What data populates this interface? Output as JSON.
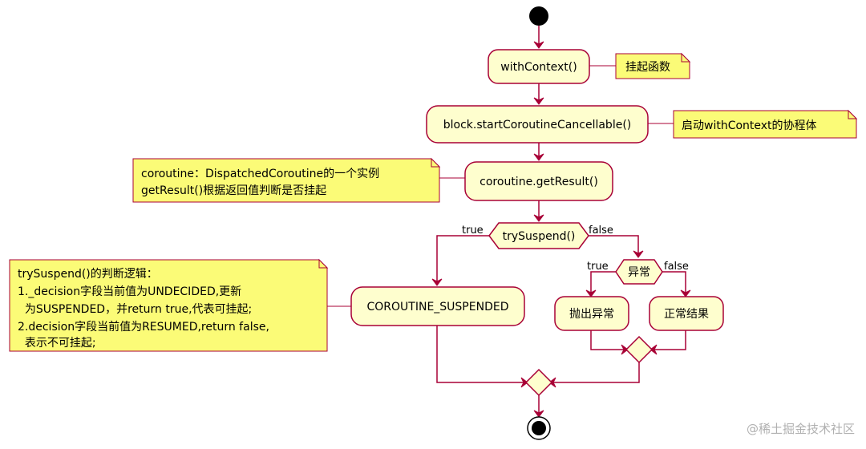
{
  "nodes": {
    "with_context": "withContext()",
    "start_coroutine": "block.startCoroutineCancellable()",
    "get_result": "coroutine.getResult()",
    "try_suspend": "trySuspend()",
    "exception_check": "异常",
    "coroutine_suspended": "COROUTINE_SUSPENDED",
    "throw_exception": "抛出异常",
    "normal_result": "正常结果"
  },
  "notes": {
    "suspend_function": "挂起函数",
    "start_coroutine_note": "启动withContext的协程体",
    "get_result_note": [
      "coroutine：DispatchedCoroutine的一个实例",
      "getResult()根据返回值判断是否挂起"
    ],
    "try_suspend_note": [
      "trySuspend()的判断逻辑：",
      "1._decision字段当前值为UNDECIDED,更新",
      "  为SUSPENDED，并return true,代表可挂起;",
      "2.decision字段当前值为RESUMED,return false,",
      "  表示不可挂起;"
    ]
  },
  "branches": {
    "try_suspend_true": "true",
    "try_suspend_false": "false",
    "exception_true": "true",
    "exception_false": "false"
  },
  "watermark": "@稀土掘金技术社区",
  "colors": {
    "activity_fill": "#fefece",
    "note_fill": "#fbfb77",
    "border": "#a80036"
  }
}
